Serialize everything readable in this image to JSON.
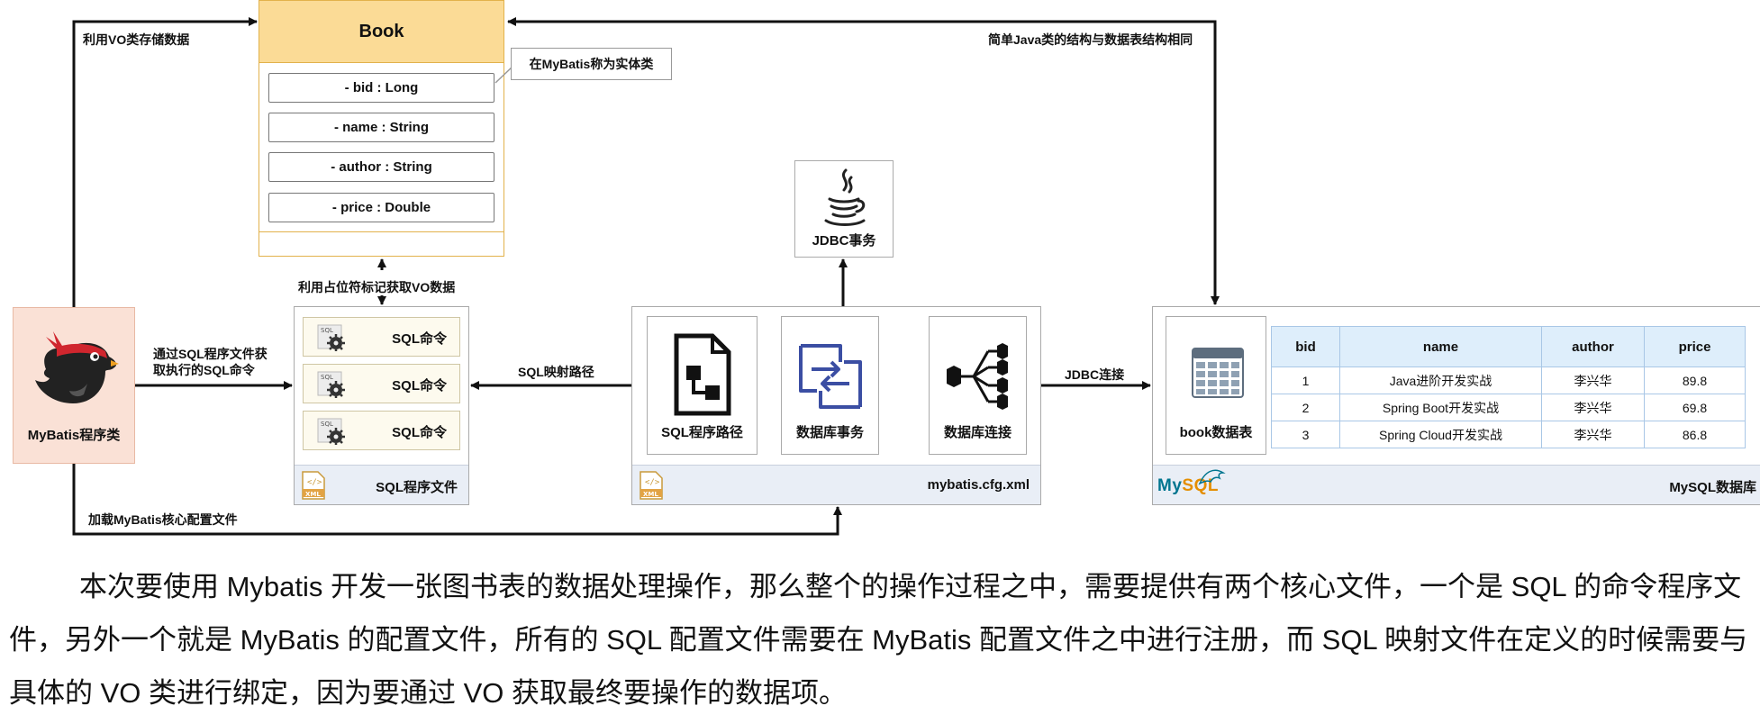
{
  "labels": {
    "vo_store": "利用VO类存储数据",
    "java_same": "简单Java类的结构与数据表结构相同",
    "placeholder": "利用占位符标记获取VO数据",
    "get_sql": "通过SQL程序文件获取执行的SQL命令",
    "sql_map": "SQL映射路径",
    "jdbc_conn": "JDBC连接",
    "load_cfg": "加载MyBatis核心配置文件"
  },
  "book": {
    "title": "Book",
    "fields": [
      "- bid : Long",
      "- name : String",
      "- author : String",
      "- price : Double"
    ],
    "callout": "在MyBatis称为实体类"
  },
  "mybatis_program": {
    "name": "MyBatis程序类"
  },
  "sql_file": {
    "commands": [
      "SQL命令",
      "SQL命令",
      "SQL命令"
    ],
    "gear_icon_text": "SQL",
    "footer": "SQL程序文件",
    "xml_icon_text": "XML"
  },
  "cfg": {
    "cards": [
      "SQL程序路径",
      "数据库事务",
      "数据库连接"
    ],
    "footer": "mybatis.cfg.xml",
    "xml_icon_text": "XML"
  },
  "jdbc_tx": {
    "label": "JDBC事务"
  },
  "db": {
    "table_label": "book数据表",
    "columns": [
      "bid",
      "name",
      "author",
      "price"
    ],
    "rows": [
      [
        "1",
        "Java进阶开发实战",
        "李兴华",
        "89.8"
      ],
      [
        "2",
        "Spring Boot开发实战",
        "李兴华",
        "69.8"
      ],
      [
        "3",
        "Spring Cloud开发实战",
        "李兴华",
        "86.8"
      ]
    ],
    "logo": "MySQL",
    "footer": "MySQL数据库"
  },
  "paragraph": "本次要使用 Mybatis 开发一张图书表的数据处理操作，那么整个的操作过程之中，需要提供有两个核心文件，一个是 SQL 的命令程序文件，另外一个就是 MyBatis 的配置文件，所有的 SQL 配置文件需要在 MyBatis 配置文件之中进行注册，而 SQL 映射文件在定义的时候需要与具体的 VO 类进行绑定，因为要通过 VO 获取最终要操作的数据项。",
  "colors": {
    "book_header": "#fbdb96",
    "book_border": "#e2b24c",
    "mybatis_bg": "#fae1d6",
    "sql_cmd_bg": "#fdfaee",
    "footer_bg": "#e9eef6",
    "table_header": "#deeefb",
    "icon_blue": "#3b4ea3"
  }
}
